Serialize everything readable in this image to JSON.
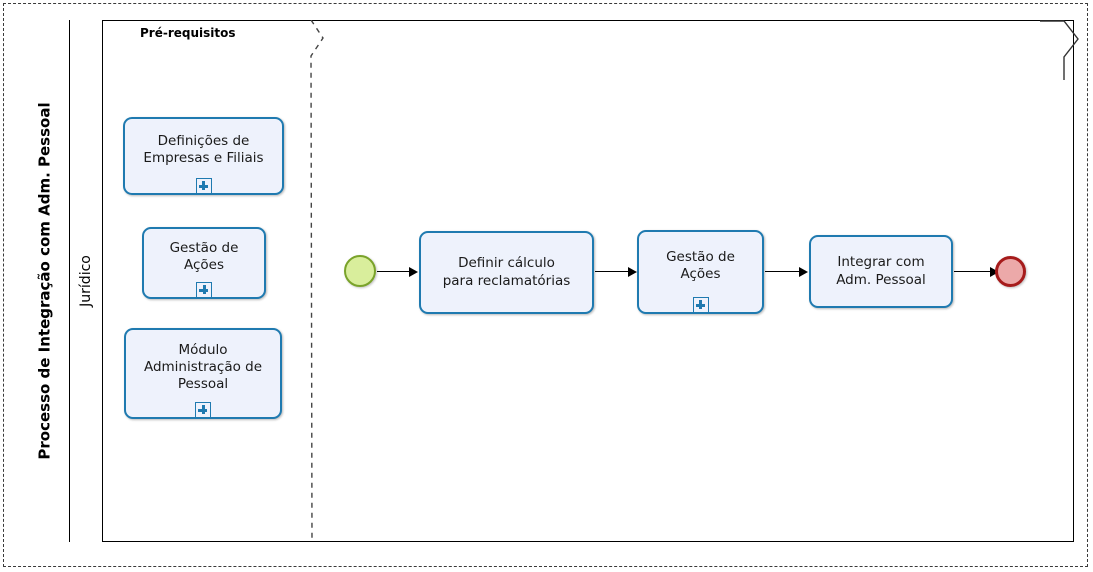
{
  "diagram": {
    "type": "bpmn-process",
    "pool_title": "Processo de Integração com Adm. Pessoal",
    "lane_title": "Jurídico",
    "phase_label": "Pré-requisitos"
  },
  "colors": {
    "task_fill": "#eef2fc",
    "task_stroke": "#1f7ab0",
    "start_fill": "#d9ee9c",
    "start_stroke": "#7aa32a",
    "end_fill": "#eca9a9",
    "end_stroke": "#a61b1b",
    "connector": "#000000",
    "frame": "#000000"
  },
  "prerequisites": [
    {
      "label": "Definições de\nEmpresas e Filiais",
      "marker": "sub-process-plus"
    },
    {
      "label": "Gestão de\nAções",
      "marker": "sub-process-plus"
    },
    {
      "label": "Módulo\nAdministração de\nPessoal",
      "marker": "sub-process-plus"
    }
  ],
  "flow": {
    "start_event": "start-event",
    "tasks": [
      {
        "label": "Definir cálculo\npara reclamatórias",
        "marker": "none"
      },
      {
        "label": "Gestão de\nAções",
        "marker": "sub-process-plus"
      },
      {
        "label": "Integrar com\nAdm. Pessoal",
        "marker": "none"
      }
    ],
    "end_event": "end-event"
  }
}
